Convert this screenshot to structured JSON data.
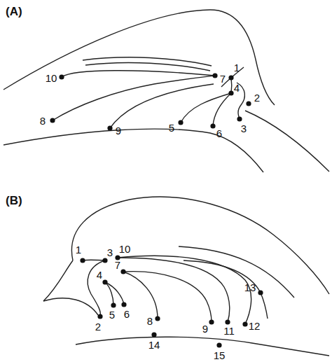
{
  "diagram": {
    "labels": [
      "(A)",
      "1",
      "2",
      "3",
      "4",
      "5",
      "6",
      "7",
      "8",
      "9",
      "10",
      "(B)",
      "1",
      "2",
      "3",
      "4",
      "5",
      "6",
      "7",
      "8",
      "9",
      "10",
      "11",
      "12",
      "13",
      "14",
      "15"
    ]
  }
}
